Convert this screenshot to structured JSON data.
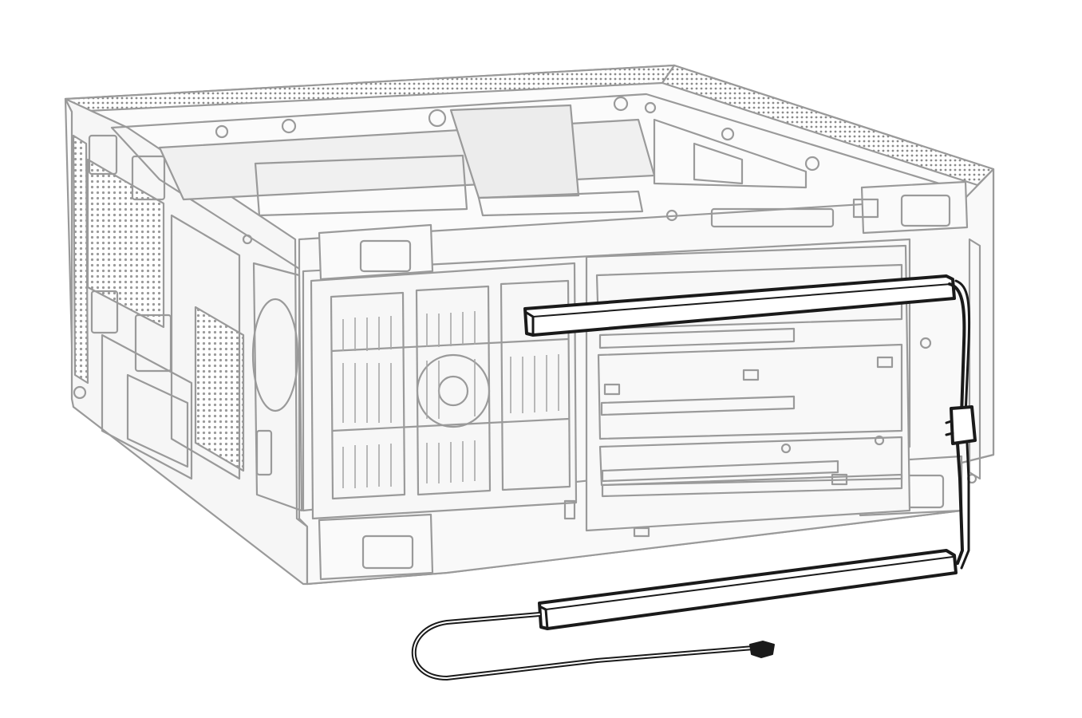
{
  "figure": {
    "subject": "pc-case-with-led-strips",
    "colors": {
      "background": "#ffffff",
      "case_line": "#9a9a9a",
      "case_fill": "#f4f4f4",
      "case_mesh": "#8a8a8a",
      "cable": "#1a1a1a",
      "strip_fill": "#ffffff"
    },
    "icons": [
      "case-chassis",
      "led-strip",
      "cable-connector",
      "cable-plug"
    ]
  }
}
